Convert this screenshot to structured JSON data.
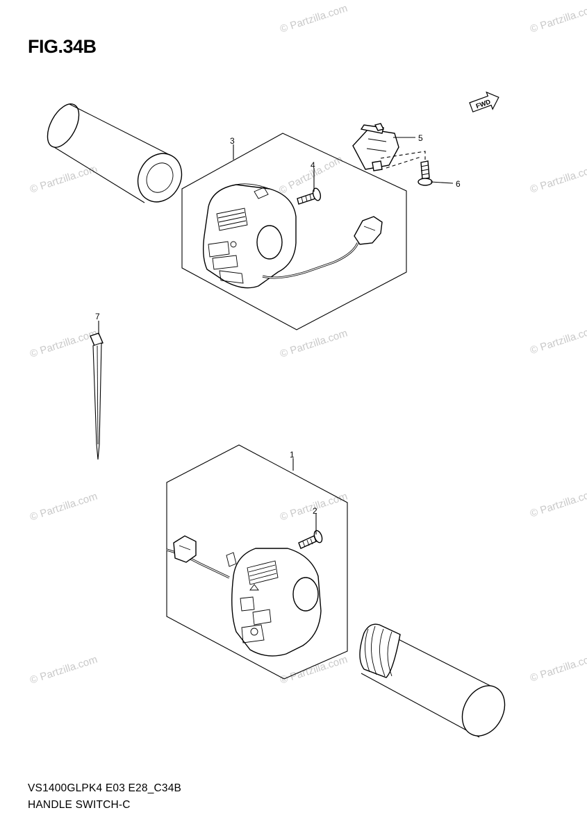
{
  "figure": {
    "title": "FIG.34B",
    "fwd_label": "FWD"
  },
  "footer": {
    "code": "VS1400GLPK4 E03 E28_C34B",
    "name": "HANDLE SWITCH-C"
  },
  "watermark": {
    "text": "© Partzilla.com"
  },
  "callouts": [
    {
      "id": "1",
      "label": "1"
    },
    {
      "id": "2",
      "label": "2"
    },
    {
      "id": "3",
      "label": "3"
    },
    {
      "id": "4",
      "label": "4"
    },
    {
      "id": "5",
      "label": "5"
    },
    {
      "id": "6",
      "label": "6"
    },
    {
      "id": "7",
      "label": "7"
    }
  ]
}
